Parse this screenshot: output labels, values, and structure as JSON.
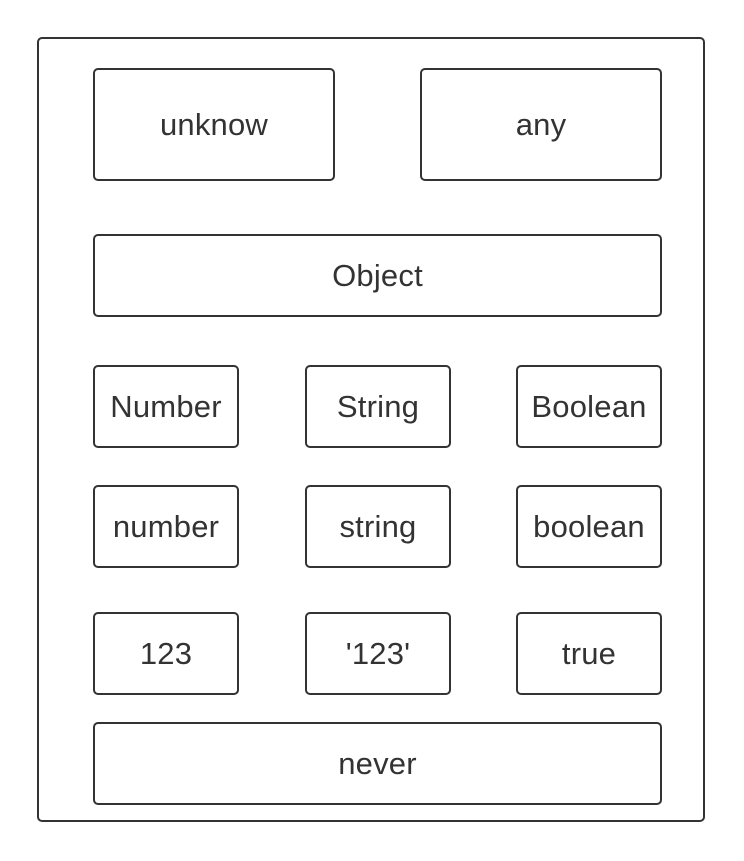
{
  "diagram": {
    "top_types": [
      "unknow",
      "any"
    ],
    "object_type": "Object",
    "wrapper_types": [
      "Number",
      "String",
      "Boolean"
    ],
    "primitive_types": [
      "number",
      "string",
      "boolean"
    ],
    "literal_types": [
      "123",
      "'123'",
      "true"
    ],
    "bottom_type": "never"
  }
}
